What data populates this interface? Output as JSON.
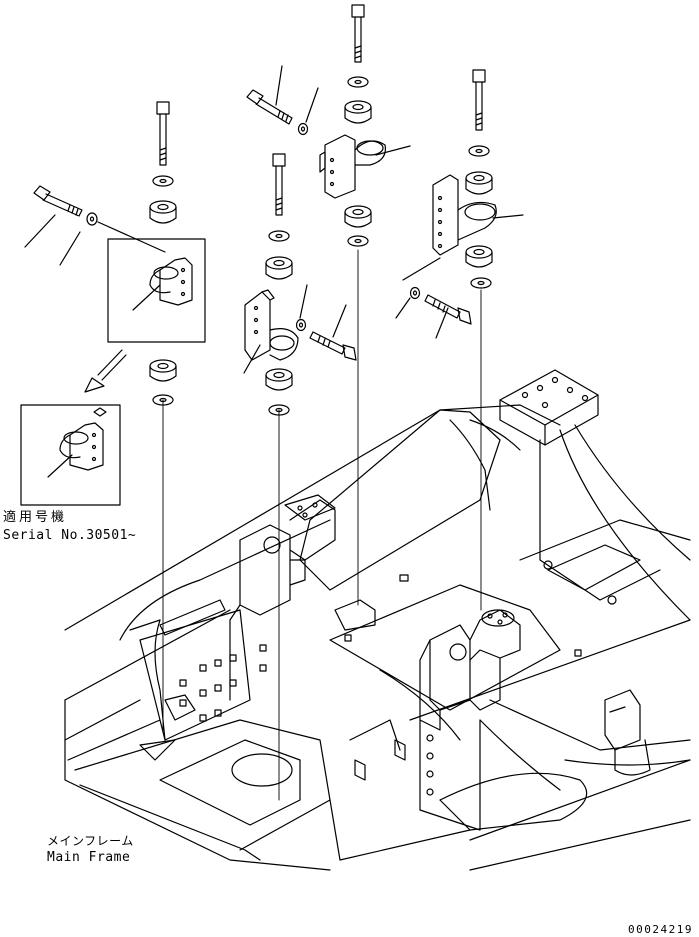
{
  "applicability": {
    "label_jp": "適用号機",
    "label_en": "Serial No.30501~"
  },
  "frame_label": {
    "jp": "メインフレーム",
    "en": "Main Frame"
  },
  "drawing_code": "00024219"
}
